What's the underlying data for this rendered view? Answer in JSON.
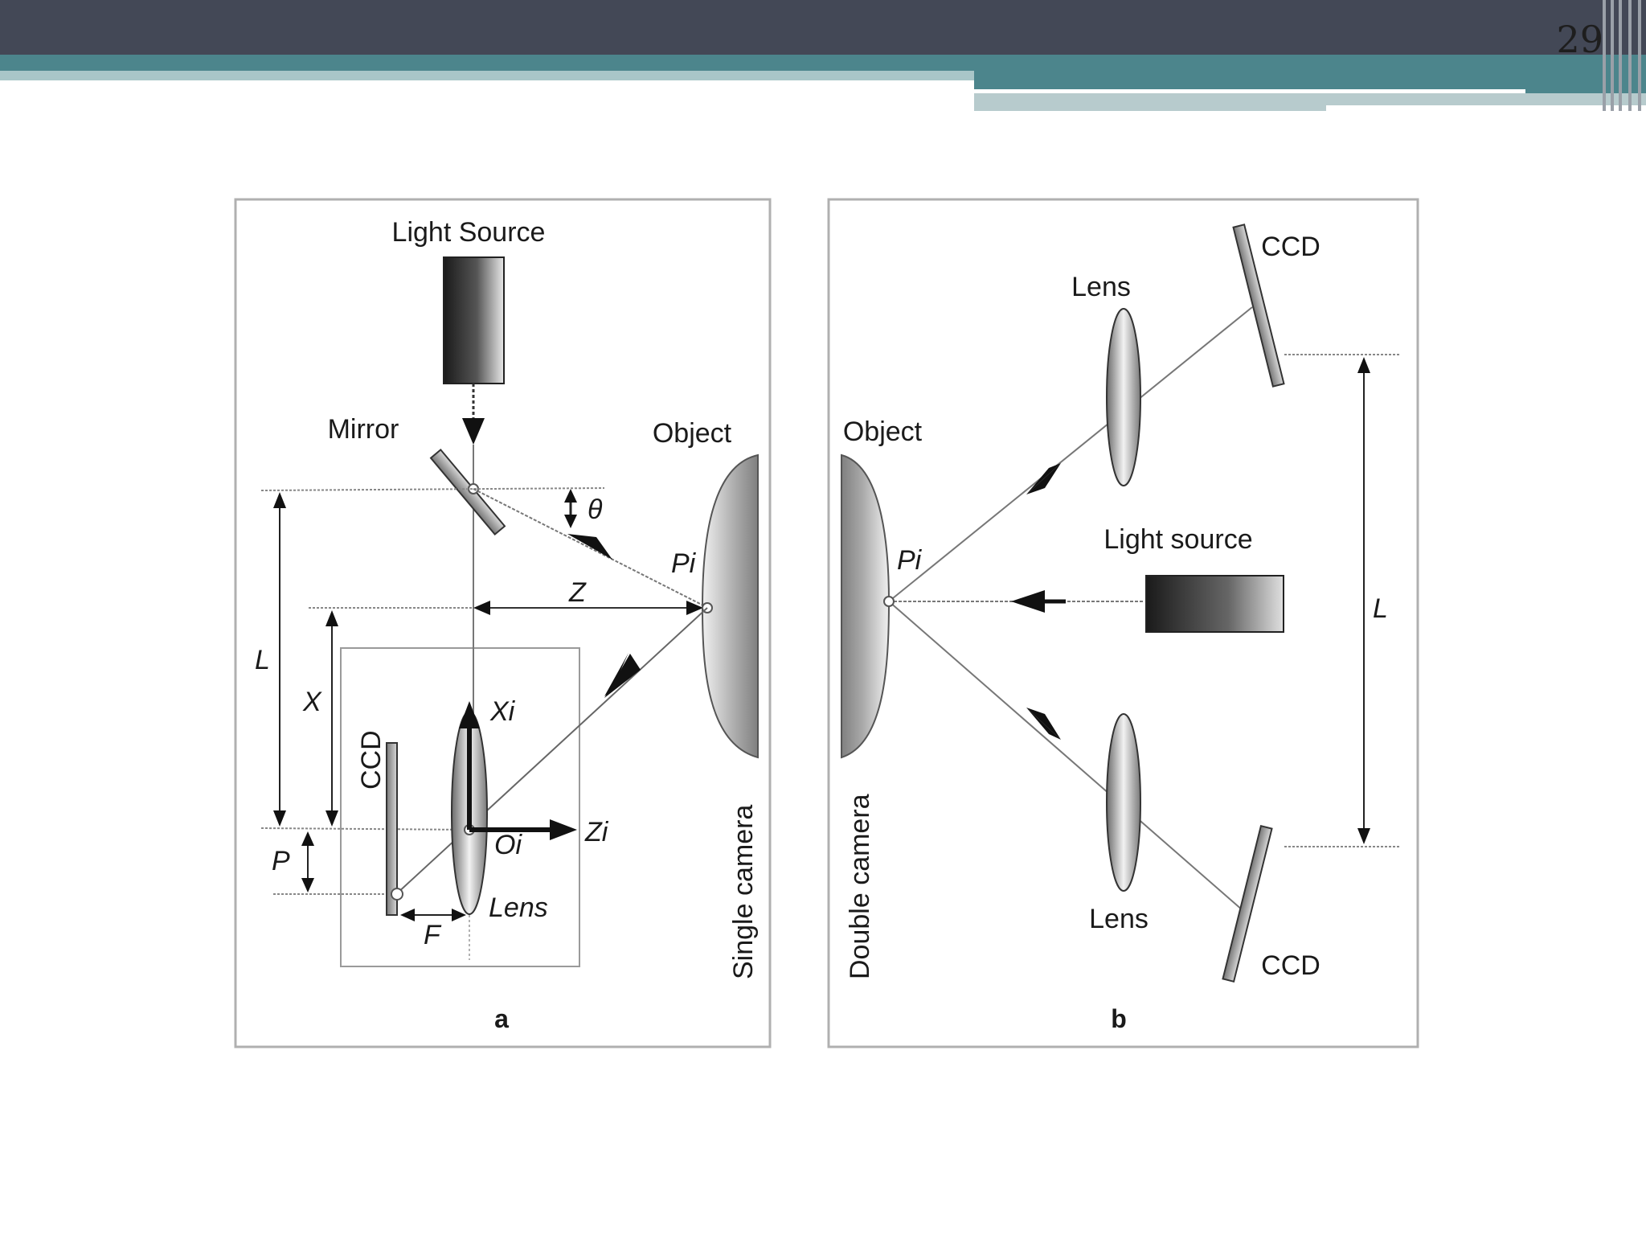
{
  "slide": {
    "page_number": "29"
  },
  "colors": {
    "header": "#434856",
    "teal": "#4c858c",
    "pale_teal": "#a9c6c8"
  },
  "panel_a": {
    "letter": "a",
    "caption": "Single camera",
    "light_source": "Light Source",
    "mirror": "Mirror",
    "object": "Object",
    "theta": "θ",
    "pi": "Pi",
    "z": "Z",
    "l": "L",
    "x": "X",
    "xi": "Xi",
    "ccd": "CCD",
    "zi": "Zi",
    "oi": "Oi",
    "p": "P",
    "lens": "Lens",
    "f": "F"
  },
  "panel_b": {
    "letter": "b",
    "caption": "Double camera",
    "ccd_top": "CCD",
    "lens_top": "Lens",
    "object": "Object",
    "pi": "Pi",
    "light_source": "Light source",
    "l": "L",
    "lens_bottom": "Lens",
    "ccd_bottom": "CCD"
  }
}
